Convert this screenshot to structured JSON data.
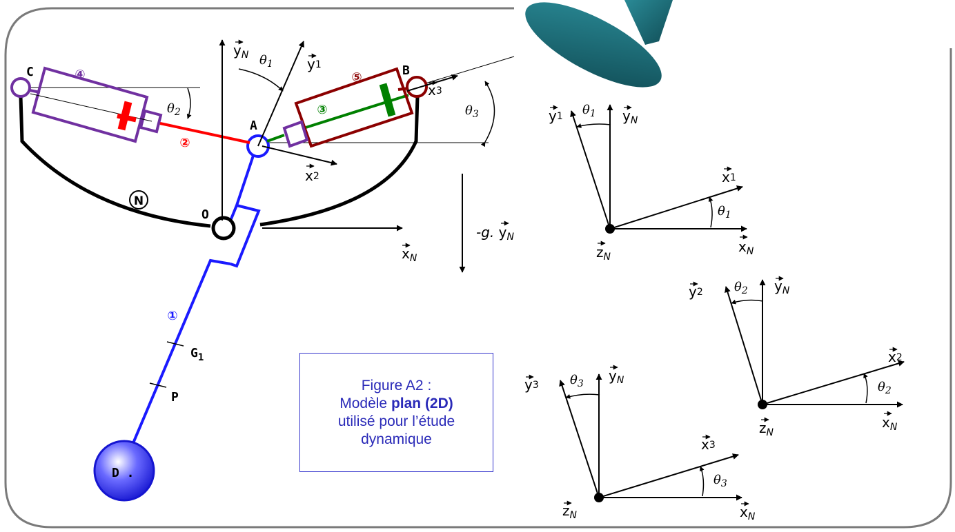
{
  "caption": {
    "line1": "Figure A2 :",
    "line2_prefix": "Modèle ",
    "line2_bold": "plan (2D)",
    "line3": "utilisé pour l’étude",
    "line4": "dynamique"
  },
  "points": {
    "A": "A",
    "B": "B",
    "C": "C",
    "O": "O",
    "D": "D .",
    "G1": "G",
    "G1_sub": "1",
    "P": "P"
  },
  "solids": {
    "s1": "①",
    "s2": "②",
    "s3": "③",
    "s4": "④",
    "s5": "⑤",
    "N": "N"
  },
  "vectors": {
    "yN": "y",
    "xN": "x",
    "zN": "z",
    "N_sub": "N",
    "y1": "y",
    "x1": "x",
    "one": "1",
    "y2": "y",
    "x2": "x",
    "two": "2",
    "y3": "y",
    "x3": "x",
    "three": "3",
    "gravity_prefix": "-g. ",
    "gravity_vec": "y"
  },
  "angles": {
    "t1": "θ",
    "t1_sub": "1",
    "t2": "θ",
    "t2_sub": "2",
    "t3": "θ",
    "t3_sub": "3"
  },
  "colors": {
    "body1": "#1a1aff",
    "body2": "#ff0000",
    "body3": "#008000",
    "body4": "#7030a0",
    "body5": "#8b0000",
    "frame": "#7a7a7a",
    "prop": "#1b6f7a"
  }
}
